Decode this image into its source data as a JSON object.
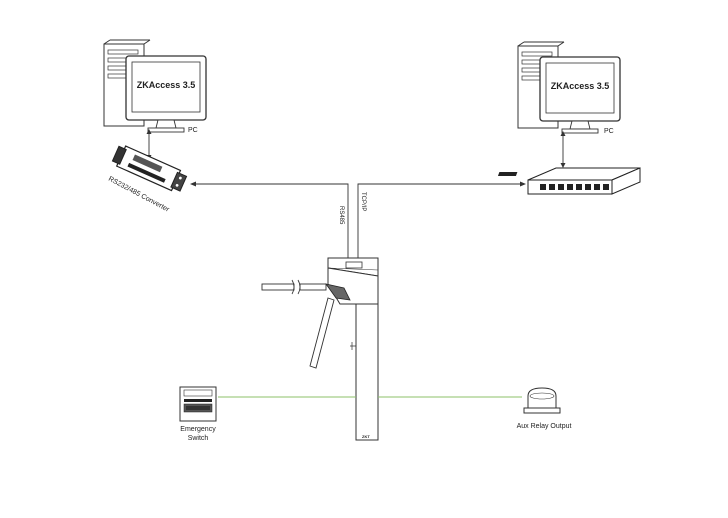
{
  "diagram": {
    "pc_left": {
      "screen_text": "ZKAccess 3.5",
      "label": "PC"
    },
    "pc_right": {
      "screen_text": "ZKAccess 3.5",
      "label": "PC"
    },
    "converter_label": "RS232/485 Converter",
    "left_link_label": "RS485",
    "right_link_label": "TCP/IP",
    "emergency_label_line1": "Emergency",
    "emergency_label_line2": "Switch",
    "aux_label": "Aux Relay Output"
  },
  "colors": {
    "line": "#333333",
    "green_wire": "#8cc26a",
    "device_fill": "#ffffff",
    "dark": "#222222"
  }
}
